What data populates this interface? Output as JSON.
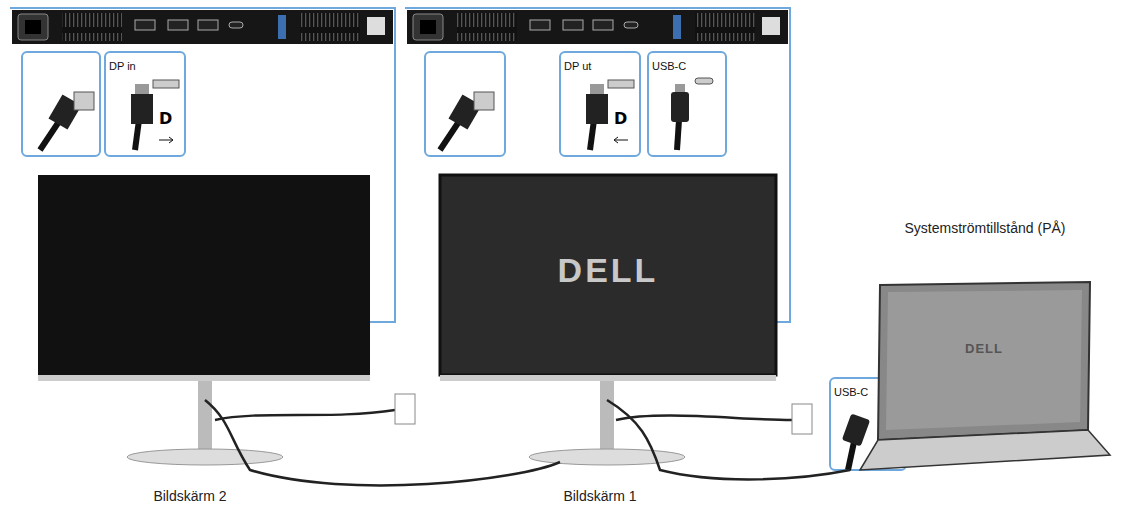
{
  "diagram": {
    "nodes": [
      {
        "text": [
          "DP in"
        ]
      },
      {
        "text": [
          "DP ut"
        ]
      },
      {
        "text": [
          "USB-C"
        ]
      },
      {
        "text": [
          "USB-C"
        ]
      }
    ],
    "labels": [
      "DELL",
      "DELL",
      "Systemströmtillstånd (PÅ)",
      "Bildskärm 2",
      "Bildskärm 1"
    ]
  }
}
